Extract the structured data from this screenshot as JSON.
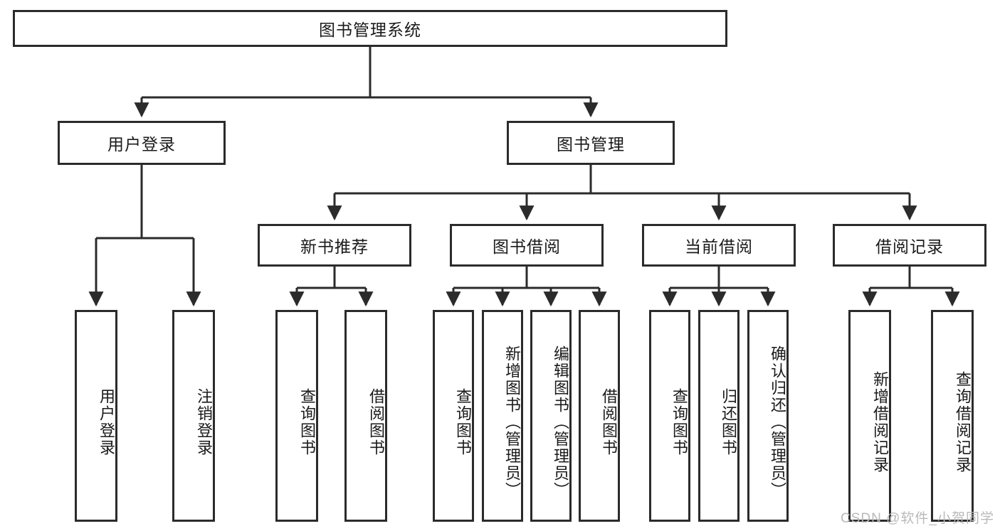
{
  "diagram": {
    "type": "tree-hierarchy",
    "title": "图书管理系统",
    "orientation": "top-down",
    "watermark": "CSDN @软件_小贺同学",
    "colors": {
      "border": "#2b2b2b",
      "background": "#ffffff",
      "text": "#1a1a1a",
      "watermark": "#b9b9b9"
    },
    "levels": [
      {
        "level": 1,
        "nodes": [
          {
            "id": "root",
            "label": "图书管理系统",
            "orientation": "horizontal"
          }
        ]
      },
      {
        "level": 2,
        "nodes": [
          {
            "id": "user-login",
            "label": "用户登录",
            "orientation": "horizontal",
            "parent": "root"
          },
          {
            "id": "book-admin",
            "label": "图书管理",
            "orientation": "horizontal",
            "parent": "root"
          }
        ]
      },
      {
        "level": 3,
        "nodes": [
          {
            "id": "new-book-rec",
            "label": "新书推荐",
            "orientation": "horizontal",
            "parent": "book-admin"
          },
          {
            "id": "book-borrow",
            "label": "图书借阅",
            "orientation": "horizontal",
            "parent": "book-admin"
          },
          {
            "id": "current-borrow",
            "label": "当前借阅",
            "orientation": "horizontal",
            "parent": "book-admin"
          },
          {
            "id": "borrow-record",
            "label": "借阅记录",
            "orientation": "horizontal",
            "parent": "book-admin"
          }
        ]
      },
      {
        "level": 4,
        "nodes": [
          {
            "id": "leaf-user-login",
            "label": "用户登录",
            "orientation": "vertical",
            "parent": "user-login"
          },
          {
            "id": "leaf-logout",
            "label": "注销登录",
            "orientation": "vertical",
            "parent": "user-login"
          },
          {
            "id": "leaf-query-book-1",
            "label": "查询图书",
            "orientation": "vertical",
            "parent": "new-book-rec"
          },
          {
            "id": "leaf-borrow-book-1",
            "label": "借阅图书",
            "orientation": "vertical",
            "parent": "new-book-rec"
          },
          {
            "id": "leaf-query-book-2",
            "label": "查询图书",
            "orientation": "vertical",
            "parent": "book-borrow"
          },
          {
            "id": "leaf-add-book",
            "label": "新增图书（管理员）",
            "orientation": "vertical",
            "parent": "book-borrow"
          },
          {
            "id": "leaf-edit-book",
            "label": "编辑图书（管理员）",
            "orientation": "vertical",
            "parent": "book-borrow"
          },
          {
            "id": "leaf-borrow-book-2",
            "label": "借阅图书",
            "orientation": "vertical",
            "parent": "book-borrow"
          },
          {
            "id": "leaf-query-book-3",
            "label": "查询图书",
            "orientation": "vertical",
            "parent": "current-borrow"
          },
          {
            "id": "leaf-return-book",
            "label": "归还图书",
            "orientation": "vertical",
            "parent": "current-borrow"
          },
          {
            "id": "leaf-confirm-return",
            "label": "确认归还（管理员）",
            "orientation": "vertical",
            "parent": "current-borrow"
          },
          {
            "id": "leaf-add-record",
            "label": "新增借阅记录",
            "orientation": "vertical",
            "parent": "borrow-record"
          },
          {
            "id": "leaf-query-record",
            "label": "查询借阅记录",
            "orientation": "vertical",
            "parent": "borrow-record"
          }
        ]
      }
    ]
  }
}
